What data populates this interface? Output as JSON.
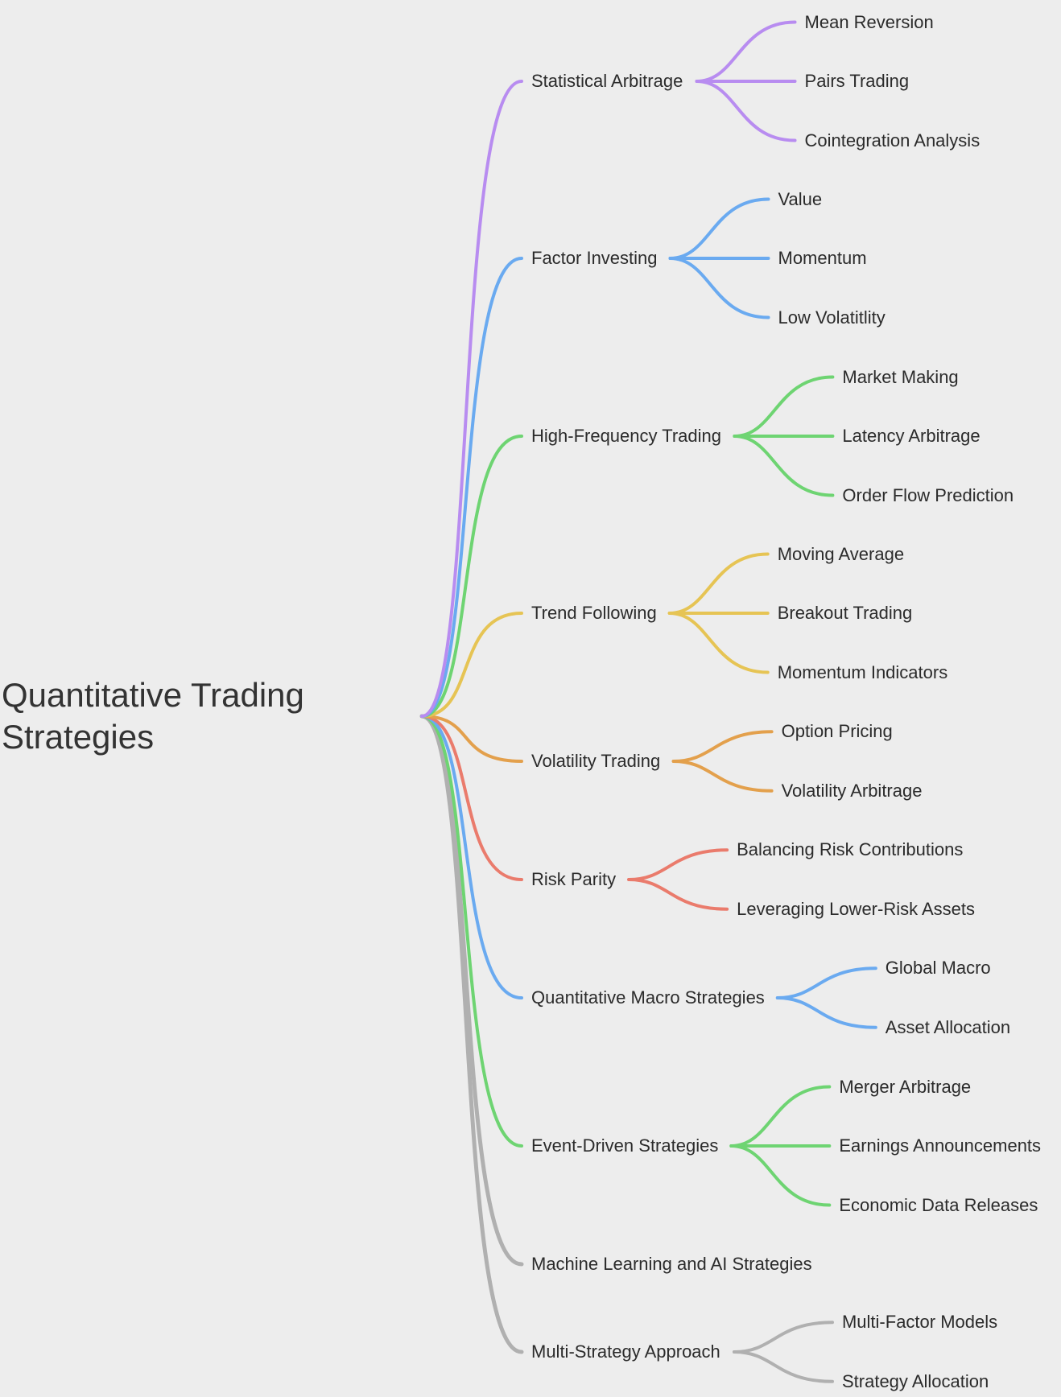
{
  "root": "Quantitative Trading Strategies",
  "branches": [
    {
      "label": "Statistical Arbitrage",
      "color": "#b88cf0",
      "children": [
        "Mean Reversion",
        "Pairs Trading",
        "Cointegration Analysis"
      ]
    },
    {
      "label": "Factor Investing",
      "color": "#6aaaf0",
      "children": [
        "Value",
        "Momentum",
        "Low Volatitlity"
      ]
    },
    {
      "label": "High-Frequency Trading",
      "color": "#6ed472",
      "children": [
        "Market Making",
        "Latency Arbitrage",
        "Order Flow Prediction"
      ]
    },
    {
      "label": "Trend Following",
      "color": "#e6c454",
      "children": [
        "Moving Average",
        "Breakout Trading",
        "Momentum Indicators"
      ]
    },
    {
      "label": "Volatility Trading",
      "color": "#e3a04c",
      "children": [
        "Option Pricing",
        "Volatility Arbitrage"
      ]
    },
    {
      "label": "Risk Parity",
      "color": "#ea7b6c",
      "children": [
        "Balancing Risk Contributions",
        "Leveraging Lower-Risk Assets"
      ]
    },
    {
      "label": "Quantitative Macro Strategies",
      "color": "#6aaaf0",
      "children": [
        "Global Macro",
        "Asset Allocation"
      ]
    },
    {
      "label": "Event-Driven Strategies",
      "color": "#6ed472",
      "children": [
        "Merger Arbitrage",
        "Earnings Announcements",
        "Economic Data Releases"
      ]
    },
    {
      "label": "Machine Learning and AI Strategies",
      "color": "#b0b0b0",
      "children": []
    },
    {
      "label": "Multi-Strategy Approach",
      "color": "#b0b0b0",
      "children": [
        "Multi-Factor Models",
        "Strategy Allocation"
      ]
    }
  ]
}
